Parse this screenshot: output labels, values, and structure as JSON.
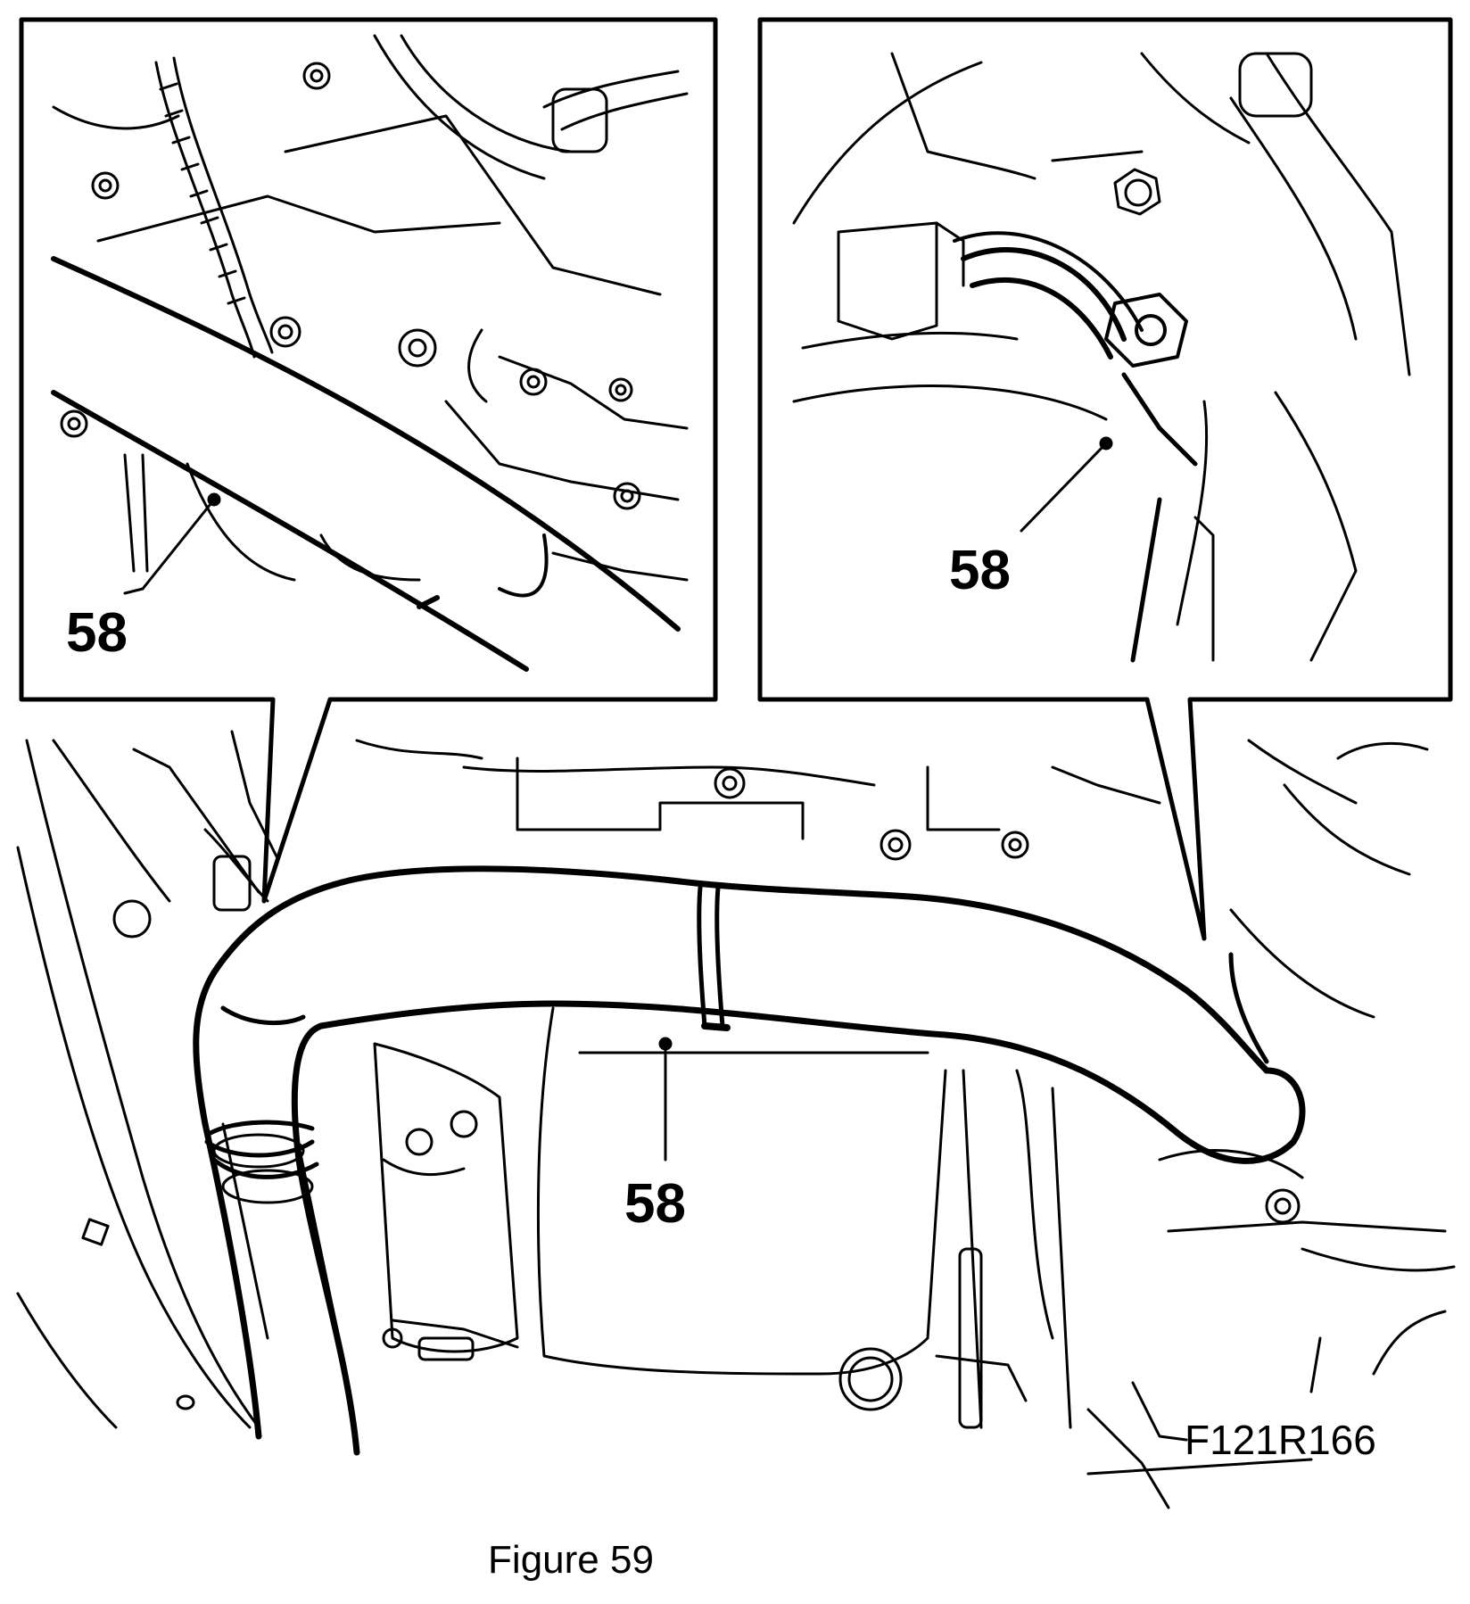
{
  "figure": {
    "caption": "Figure 59",
    "reference_code": "F121R166"
  },
  "callouts": {
    "inset_left_label": "58",
    "inset_right_label": "58",
    "main_label": "58"
  }
}
